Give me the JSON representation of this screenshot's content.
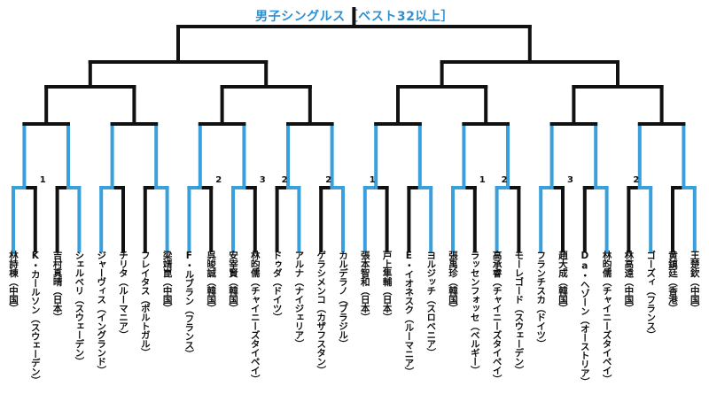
{
  "title": "男子シングルス［ベスト32以上］",
  "colors": {
    "winner_line": "#3aa0db",
    "loser_line": "#111111",
    "title": "#2b8fd3"
  },
  "players": [
    {
      "name": "林詩棟（中国）",
      "winner": true
    },
    {
      "name": "K・カールソン（スウェーデン）",
      "winner": false,
      "seed": "1"
    },
    {
      "name": "吉村真晴（日本）",
      "winner": false
    },
    {
      "name": "シェルベリ（スウェーデン）",
      "winner": true
    },
    {
      "name": "ジャーヴィス（イングランド）",
      "winner": true
    },
    {
      "name": "チリタ（ルーマニア）",
      "winner": false
    },
    {
      "name": "フレイタス（ポルトガル）",
      "winner": false
    },
    {
      "name": "梁靖崑（中国）",
      "winner": true
    },
    {
      "name": "F・ルブラン（フランス）",
      "winner": true
    },
    {
      "name": "呉晙誠（韓国）",
      "winner": false,
      "seed": "2"
    },
    {
      "name": "安宰賢（韓国）",
      "winner": true
    },
    {
      "name": "林昀儒（チャイニーズタイペイ）",
      "winner": false,
      "seed": "3"
    },
    {
      "name": "ドゥダ（ドイツ）",
      "winner": false,
      "seed": "2"
    },
    {
      "name": "アルナ（ナイジェリア）",
      "winner": true
    },
    {
      "name": "ゲラシメンコ（カザフスタン）",
      "winner": false,
      "seed": "2"
    },
    {
      "name": "カルデラノ（ブラジル）",
      "winner": true
    },
    {
      "name": "張本智和（日本）",
      "winner": true,
      "seed": "1"
    },
    {
      "name": "戸上隼輔（日本）",
      "winner": false
    },
    {
      "name": "E・イオネスク（ルーマニア）",
      "winner": false
    },
    {
      "name": "ヨルジッチ（スロベニア）",
      "winner": true
    },
    {
      "name": "張禹珍（韓国）",
      "winner": true
    },
    {
      "name": "ラッセンフォッセ（ベルギー）",
      "winner": false,
      "seed": "1"
    },
    {
      "name": "高承睿（チャイニーズタイペイ）",
      "winner": true,
      "seed": "2"
    },
    {
      "name": "モーレゴード（スウェーデン）",
      "winner": false
    },
    {
      "name": "フランチスカ（ドイツ）",
      "winner": true
    },
    {
      "name": "趙大成（韓国）",
      "winner": false,
      "seed": "3"
    },
    {
      "name": "Da・ヘゾーン（オーストリア）",
      "winner": false
    },
    {
      "name": "林昀儒（チャイニーズタイペイ）",
      "winner": true
    },
    {
      "name": "林高遠（中国）",
      "winner": false,
      "seed": "2"
    },
    {
      "name": "ゴーズィ（フランス）",
      "winner": true
    },
    {
      "name": "黄鎮廷（香港）",
      "winner": false
    },
    {
      "name": "王楚欽（中国）",
      "winner": true
    }
  ]
}
